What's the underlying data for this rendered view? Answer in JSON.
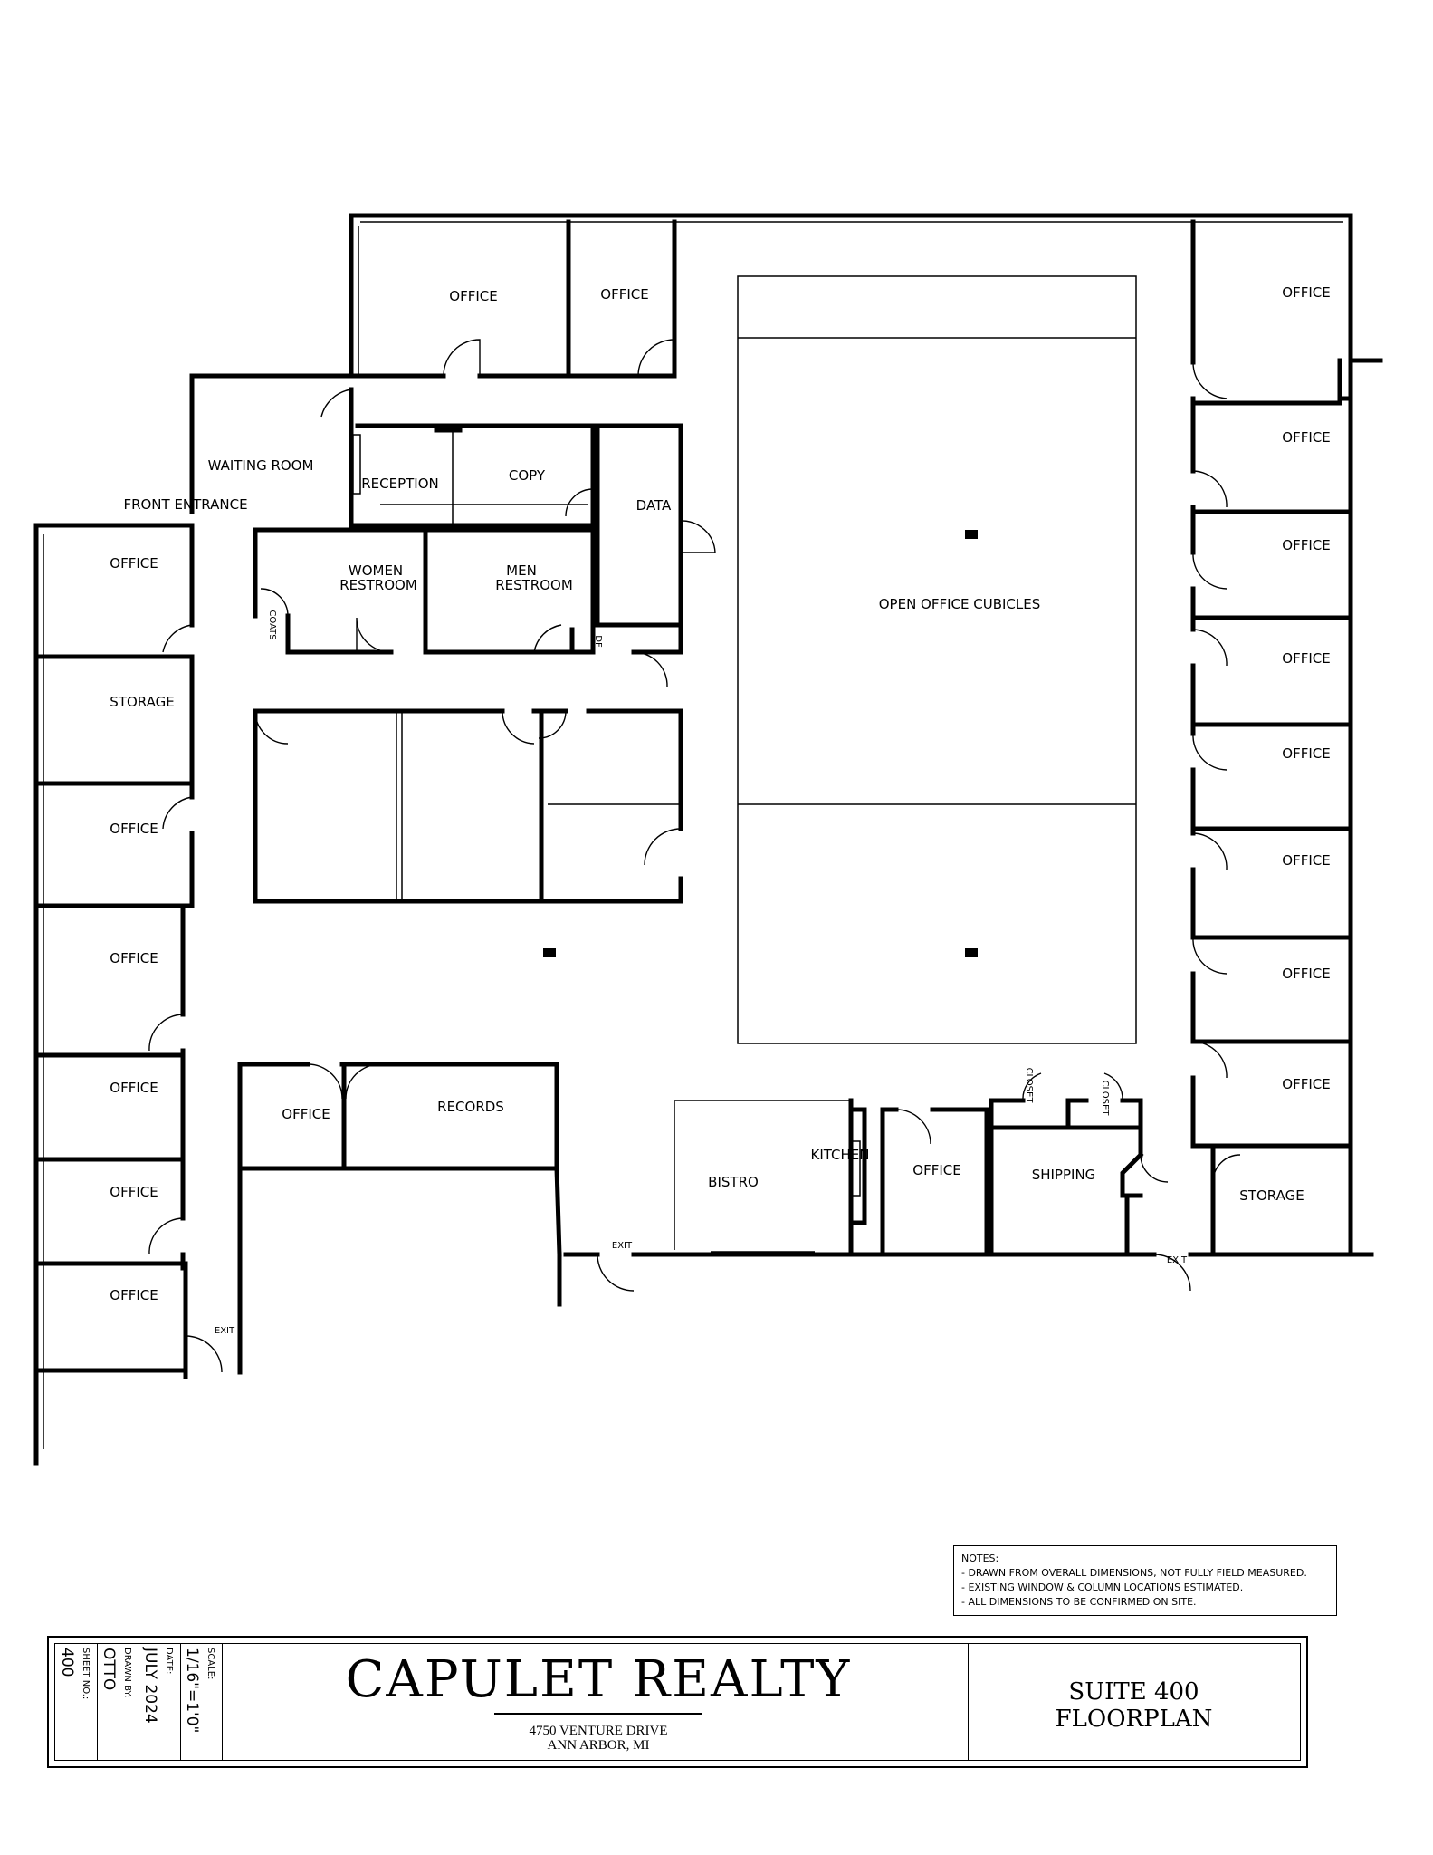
{
  "rooms": {
    "office_n1": "OFFICE",
    "office_n2": "OFFICE",
    "waiting_room": "WAITING ROOM",
    "front_entrance": "FRONT ENTRANCE",
    "reception": "RECEPTION",
    "copy": "COPY",
    "data": "DATA",
    "women_restroom_1": "WOMEN",
    "women_restroom_2": "RESTROOM",
    "men_restroom_1": "MEN",
    "men_restroom_2": "RESTROOM",
    "coats": "COATS",
    "df": "DF",
    "open_office": "OPEN OFFICE CUBICLES",
    "office_w1": "OFFICE",
    "storage_w": "STORAGE",
    "office_w2": "OFFICE",
    "office_w3": "OFFICE",
    "office_w4": "OFFICE",
    "office_w5": "OFFICE",
    "office_w6": "OFFICE",
    "exit_w": "EXIT",
    "office_s": "OFFICE",
    "records": "RECORDS",
    "exit_s1": "EXIT",
    "bistro": "BISTRO",
    "kitchen": "KITCHEN",
    "office_s2": "OFFICE",
    "closet_1": "CLOSET",
    "closet_2": "CLOSET",
    "shipping": "SHIPPING",
    "exit_s2": "EXIT",
    "storage_e": "STORAGE",
    "office_e1": "OFFICE",
    "office_e2": "OFFICE",
    "office_e3": "OFFICE",
    "office_e4": "OFFICE",
    "office_e5": "OFFICE",
    "office_e6": "OFFICE",
    "office_e7": "OFFICE",
    "office_e8": "OFFICE"
  },
  "notes": {
    "heading": "NOTES:",
    "lines": [
      "- DRAWN FROM OVERALL DIMENSIONS, NOT FULLY FIELD MEASURED.",
      "- EXISTING WINDOW & COLUMN LOCATIONS ESTIMATED.",
      "- ALL DIMENSIONS TO BE CONFIRMED ON SITE."
    ]
  },
  "title_block": {
    "sheet_no_label": "SHEET NO.:",
    "sheet_no": "400",
    "drawn_by_label": "DRAWN BY:",
    "drawn_by": "OTTO",
    "date_label": "DATE:",
    "date": "JULY 2024",
    "scale_label": "SCALE:",
    "scale": "1/16\"=1'0\"",
    "company": "CAPULET REALTY",
    "address_1": "4750 VENTURE DRIVE",
    "address_2": "ANN ARBOR, MI",
    "sheet_title_1": "SUITE 400",
    "sheet_title_2": "FLOORPLAN"
  }
}
